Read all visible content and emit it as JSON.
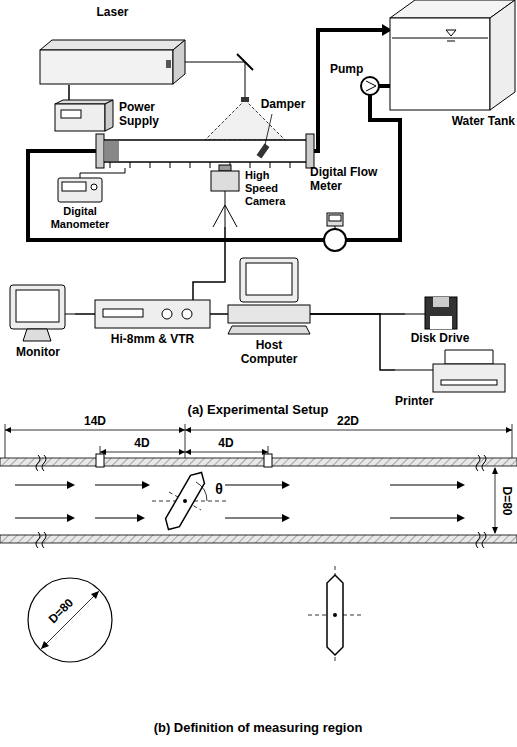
{
  "diagram": {
    "nodes": [
      {
        "text": [
          "Laser"
        ]
      },
      {
        "text": [
          "Power Supply"
        ]
      },
      {
        "text": [
          "Water Tank"
        ]
      },
      {
        "text": [
          "Pump"
        ]
      },
      {
        "text": [
          "Digital Flow Meter"
        ]
      },
      {
        "text": [
          "Digital Manometer"
        ]
      },
      {
        "text": [
          "High Speed Camera"
        ]
      },
      {
        "text": [
          "Monitor"
        ]
      },
      {
        "text": [
          "Hi-8mm & VTR"
        ]
      },
      {
        "text": [
          "Host Computer"
        ]
      },
      {
        "text": [
          "Disk Drive"
        ]
      },
      {
        "text": [
          "Printer"
        ]
      }
    ],
    "edges": [
      {
        "from": 0,
        "to": 1,
        "arrow": "none"
      },
      {
        "from": 2,
        "to": 3,
        "arrow": "none"
      },
      {
        "from": 3,
        "to": 4,
        "arrow": "none"
      },
      {
        "from": 6,
        "to": 8,
        "arrow": "none"
      },
      {
        "from": 8,
        "to": 7,
        "arrow": "none"
      },
      {
        "from": 8,
        "to": 9,
        "arrow": "none"
      },
      {
        "from": 9,
        "to": 10,
        "arrow": "none"
      },
      {
        "from": 9,
        "to": 11,
        "arrow": "none"
      }
    ],
    "labels": [
      "Damper",
      "(a) Experimental Setup",
      "14D",
      "4D",
      "4D",
      "22D",
      "θ",
      "D=80",
      "D=80",
      "(b) Definition of measuring region"
    ]
  }
}
